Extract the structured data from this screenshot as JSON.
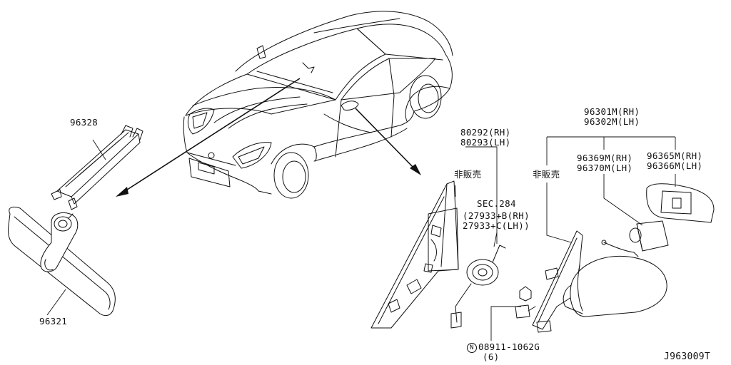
{
  "diagram_id": "J963009T",
  "labels": {
    "part_96328": "96328",
    "part_96321": "96321",
    "part_80292_rh": "80292(RH)",
    "part_80293_lh": "80293(LH)",
    "not_sold_1": "非販売",
    "sec_284": "SEC.284",
    "part_27933_b_rh": "(27933+B(RH)",
    "part_27933_c_lh": "27933+C(LH))",
    "nut_marker": "N",
    "nut_part": "08911-1062G",
    "nut_qty": "(6)",
    "part_96301m_rh": "96301M(RH)",
    "part_96302m_lh": "96302M(LH)",
    "not_sold_2": "非販売",
    "part_96369m_rh": "96369M(RH)",
    "part_96370m_lh": "96370M(LH)",
    "part_96365m_rh": "96365M(RH)",
    "part_96366m_lh": "96366M(LH)"
  },
  "colors": {
    "line": "#111111",
    "background": "#ffffff"
  }
}
